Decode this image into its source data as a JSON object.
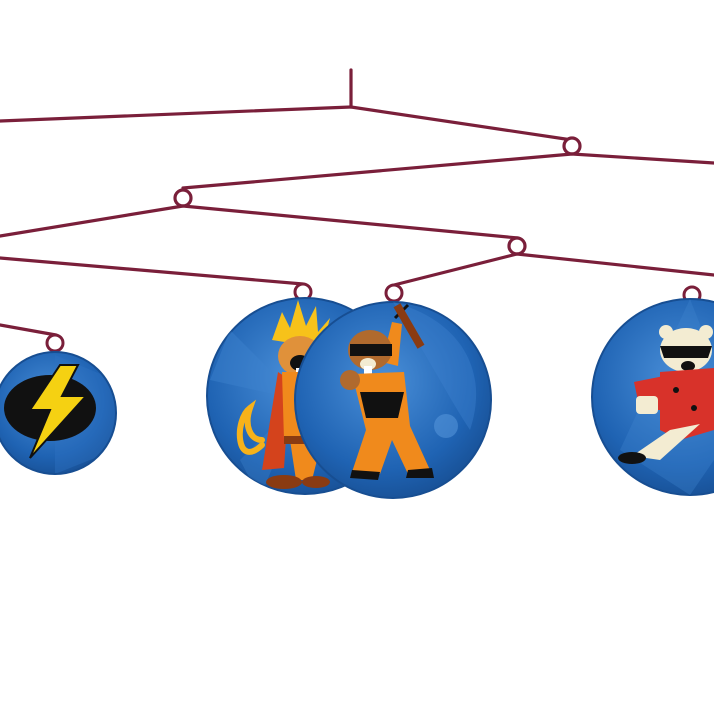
{
  "scene": {
    "background": "#ffffff",
    "wire_color": "#7a1f3a",
    "disc_blue": "#1b5fae",
    "disc_blue_light": "#3f83cf",
    "disc_rim": "#14457e"
  },
  "ornaments": [
    {
      "id": "lightning-bolt-emblem",
      "icon": "lightning-bolt-icon",
      "colors": {
        "bolt": "#f5d112",
        "oval": "#111111"
      }
    },
    {
      "id": "flame-hero-beaver",
      "icon": "flame-hero-beaver-icon",
      "colors": {
        "flame": "#f7c21a",
        "suit": "#f08a1c",
        "cape": "#d4431c"
      }
    },
    {
      "id": "ninja-beaver",
      "icon": "ninja-beaver-icon",
      "colors": {
        "suit": "#f08a1c",
        "mask": "#111111"
      }
    },
    {
      "id": "masked-polar-bear-hero",
      "icon": "masked-bear-icon",
      "colors": {
        "suit": "#d8322a",
        "fur": "#f3ecd2",
        "mask": "#111111"
      }
    }
  ]
}
